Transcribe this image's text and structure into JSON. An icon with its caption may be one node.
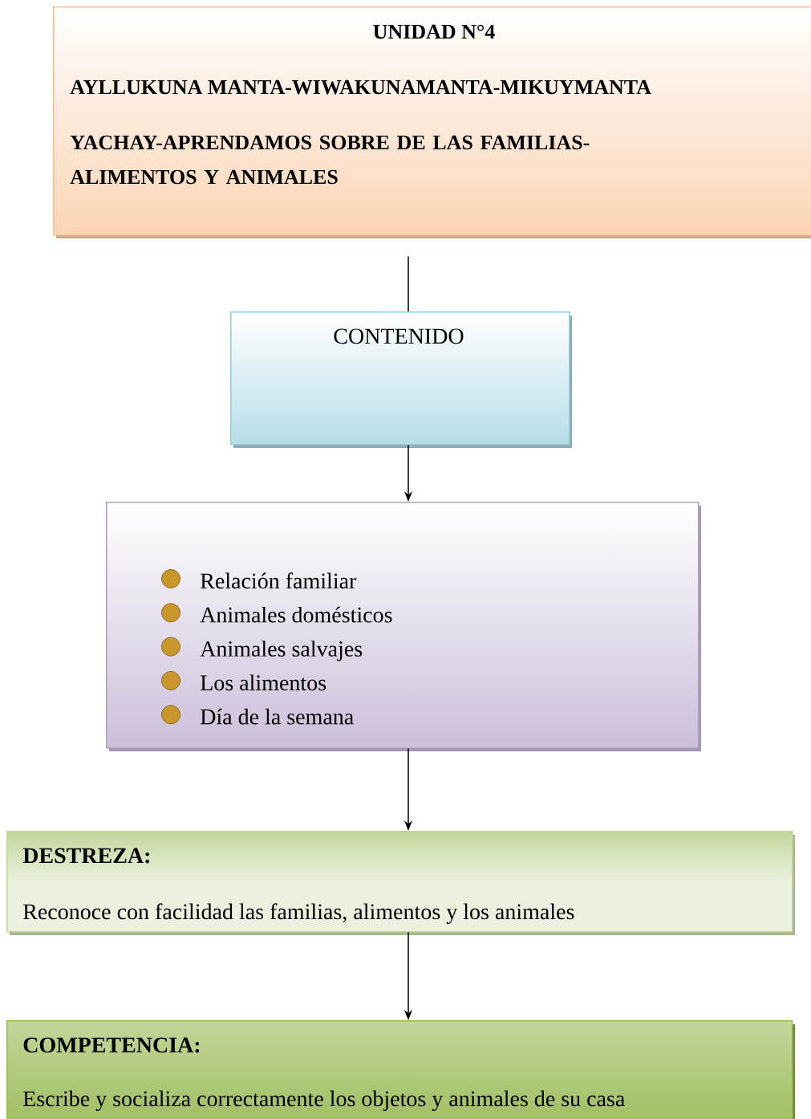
{
  "diagram": {
    "nodes": [
      {
        "text": [
          "UNIDAD  N°4",
          "AYLLUKUNA MANTA-WIWAKUNAMANTA-MIKUYMANTA",
          "YACHAY-APRENDAMOS SOBRE DE LAS FAMILIAS- ALIMENTOS Y ANIMALES"
        ]
      },
      {
        "text": [
          "CONTENIDO"
        ]
      },
      {
        "text": [
          "Relación familiar",
          "Animales domésticos",
          "Animales salvajes",
          "Los alimentos",
          "Día de la semana"
        ]
      },
      {
        "text": [
          "DESTREZA:",
          "Reconoce con facilidad  las familias, alimentos y los animales"
        ]
      },
      {
        "text": [
          "COMPETENCIA:",
          "Escribe y socializa correctamente los  objetos y animales de su casa"
        ]
      }
    ],
    "edges": [
      {
        "from": 0,
        "to": 1,
        "arrow": "none"
      },
      {
        "from": 1,
        "to": 2,
        "arrow": "to"
      },
      {
        "from": 2,
        "to": 3,
        "arrow": "to"
      },
      {
        "from": 3,
        "to": 4,
        "arrow": "to"
      }
    ]
  }
}
